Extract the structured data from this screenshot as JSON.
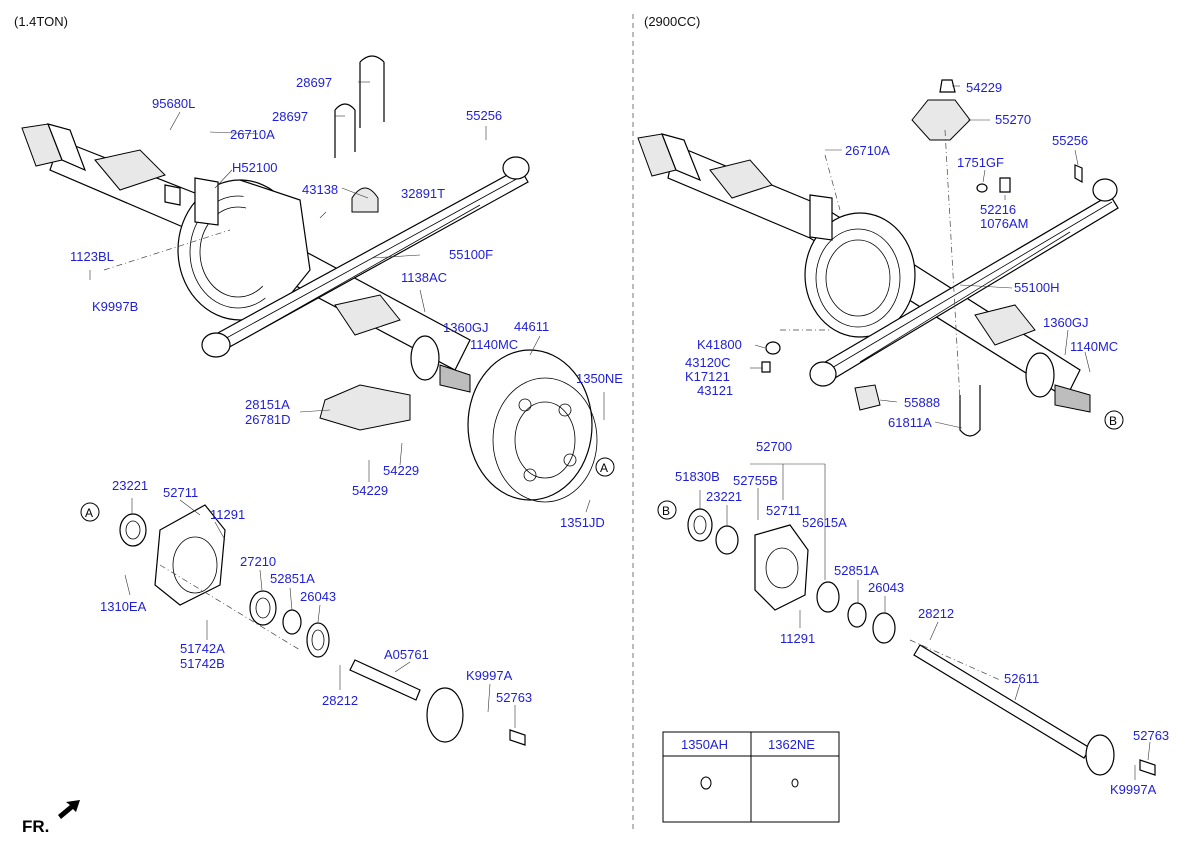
{
  "headers": {
    "left": "(1.4TON)",
    "right": "(2900CC)"
  },
  "footer": {
    "front_mark": "FR."
  },
  "left_labels": {
    "p95680L": "95680L",
    "p26710A": "26710A",
    "p28697_a": "28697",
    "p28697_b": "28697",
    "p55256": "55256",
    "pH52100": "H52100",
    "p43138": "43138",
    "p32891T": "32891T",
    "p55100F": "55100F",
    "p1123BL": "1123BL",
    "pK9997B": "K9997B",
    "p1138AC": "1138AC",
    "p1360GJ": "1360GJ",
    "p44611": "44611",
    "p1140MC": "1140MC",
    "p1350NE": "1350NE",
    "p28151A": "28151A",
    "p26781D": "26781D",
    "p54229_a": "54229",
    "p54229_b": "54229",
    "p1351JD": "1351JD",
    "p23221": "23221",
    "p52711": "52711",
    "p11291": "11291",
    "p27210": "27210",
    "p52851A": "52851A",
    "p26043": "26043",
    "p1310EA": "1310EA",
    "p51742A": "51742A",
    "p51742B": "51742B",
    "pA05761": "A05761",
    "pK9997A": "K9997A",
    "p28212": "28212",
    "p52763": "52763",
    "circleA_1": "A",
    "circleA_2": "A"
  },
  "right_labels": {
    "p54229": "54229",
    "p55270": "55270",
    "p26710A": "26710A",
    "p55256": "55256",
    "p1751GF": "1751GF",
    "p52216": "52216",
    "p1076AM": "1076AM",
    "p55100H": "55100H",
    "pK41800": "K41800",
    "p43120C": "43120C",
    "pK17121": "K17121",
    "p43121": "43121",
    "p1360GJ": "1360GJ",
    "p1140MC": "1140MC",
    "p55888": "55888",
    "p61811A": "61811A",
    "p52700": "52700",
    "p51830B": "51830B",
    "p52755B": "52755B",
    "p23221": "23221",
    "p52711": "52711",
    "p52615A": "52615A",
    "p52851A": "52851A",
    "p26043": "26043",
    "p28212": "28212",
    "p11291": "11291",
    "p52611": "52611",
    "p52763": "52763",
    "pK9997A": "K9997A",
    "circleB_1": "B",
    "circleB_2": "B"
  },
  "legend_table": {
    "col1": "1350AH",
    "col2": "1362NE"
  }
}
